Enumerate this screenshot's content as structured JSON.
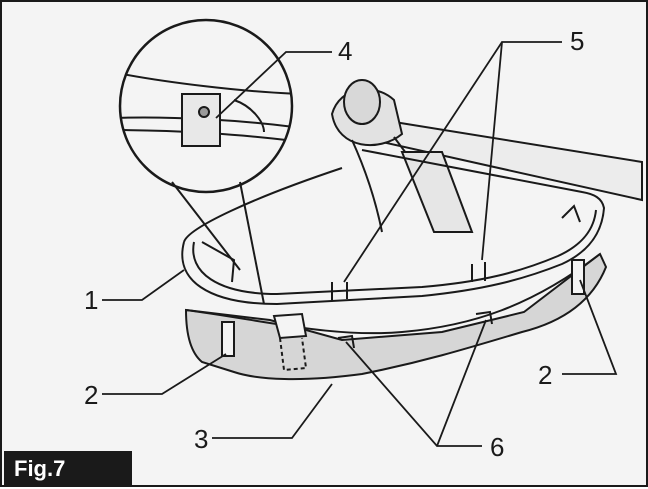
{
  "figure": {
    "label": "Fig.7",
    "callouts": {
      "c1": "1",
      "c2_left": "2",
      "c2_right": "2",
      "c3": "3",
      "c4": "4",
      "c5": "5",
      "c6": "6"
    }
  },
  "colors": {
    "line": "#1a1a1a",
    "background": "#f4f4f4",
    "label_bg": "#1a1a1a",
    "label_text": "#ffffff"
  }
}
